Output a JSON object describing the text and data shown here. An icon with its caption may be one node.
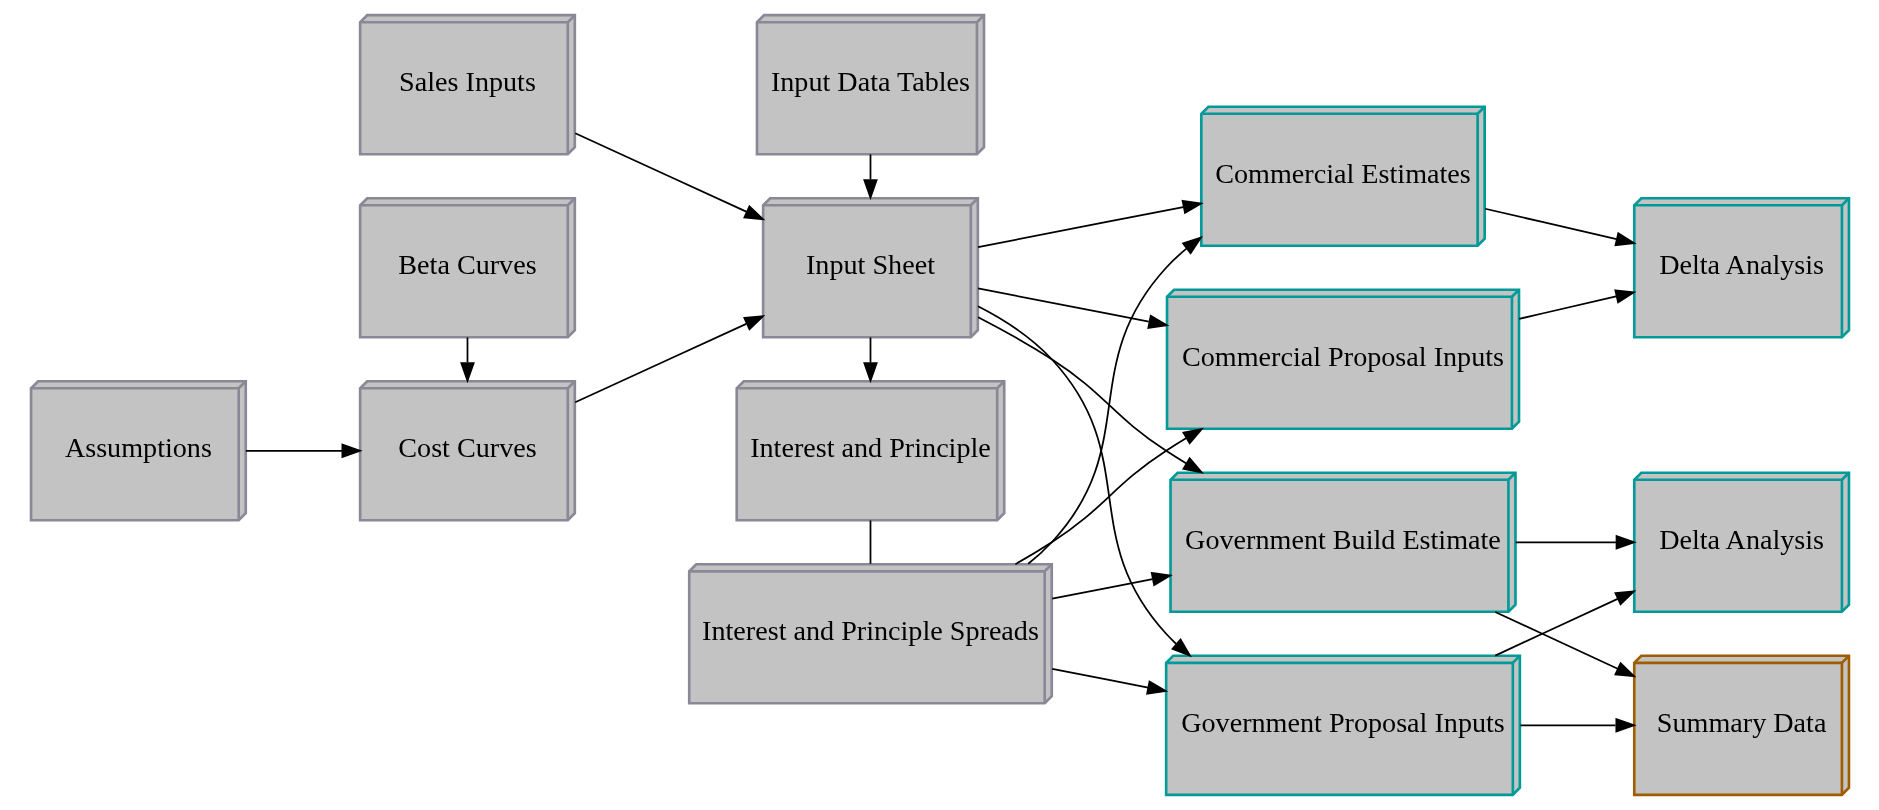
{
  "diagram": {
    "nodes": [
      {
        "text": [
          "Interest and Principle Spreads"
        ]
      },
      {
        "text": [
          "Commercial Estimates"
        ]
      },
      {
        "text": [
          "Delta Analysis"
        ]
      },
      {
        "text": [
          "Sales Inputs"
        ]
      },
      {
        "text": [
          "Interest and Principle"
        ]
      },
      {
        "text": [
          "Commercial Proposal Inputs"
        ]
      },
      {
        "text": [
          "Summary Data"
        ]
      },
      {
        "text": [
          "Assumptions"
        ]
      },
      {
        "text": [
          "Cost Curves"
        ]
      },
      {
        "text": [
          "Input Sheet"
        ]
      },
      {
        "text": [
          "Government Build Estimate"
        ]
      },
      {
        "text": [
          "Delta Analysis"
        ]
      },
      {
        "text": [
          "Government Proposal Inputs"
        ]
      },
      {
        "text": [
          "Beta Curves"
        ]
      },
      {
        "text": [
          "Input Data Tables"
        ]
      }
    ],
    "edges": [
      {
        "from": 7,
        "to": 8,
        "arrow": "to"
      },
      {
        "from": 3,
        "to": 9,
        "arrow": "to"
      },
      {
        "from": 8,
        "to": 9,
        "arrow": "to"
      },
      {
        "from": 13,
        "to": 8,
        "arrow": "to"
      },
      {
        "from": 14,
        "to": 9,
        "arrow": "to"
      },
      {
        "from": 9,
        "to": 4,
        "arrow": "to"
      },
      {
        "from": 4,
        "to": 0,
        "arrow": "none"
      },
      {
        "from": 0,
        "to": 1,
        "arrow": "to"
      },
      {
        "from": 0,
        "to": 5,
        "arrow": "to"
      },
      {
        "from": 0,
        "to": 10,
        "arrow": "to"
      },
      {
        "from": 0,
        "to": 12,
        "arrow": "to"
      },
      {
        "from": 9,
        "to": 1,
        "arrow": "to"
      },
      {
        "from": 9,
        "to": 5,
        "arrow": "to"
      },
      {
        "from": 9,
        "to": 10,
        "arrow": "to"
      },
      {
        "from": 9,
        "to": 12,
        "arrow": "to"
      },
      {
        "from": 1,
        "to": 2,
        "arrow": "to"
      },
      {
        "from": 5,
        "to": 2,
        "arrow": "to"
      },
      {
        "from": 10,
        "to": 6,
        "arrow": "to"
      },
      {
        "from": 12,
        "to": 6,
        "arrow": "to"
      },
      {
        "from": 10,
        "to": 11,
        "arrow": "to"
      },
      {
        "from": 12,
        "to": 11,
        "arrow": "to"
      }
    ]
  }
}
